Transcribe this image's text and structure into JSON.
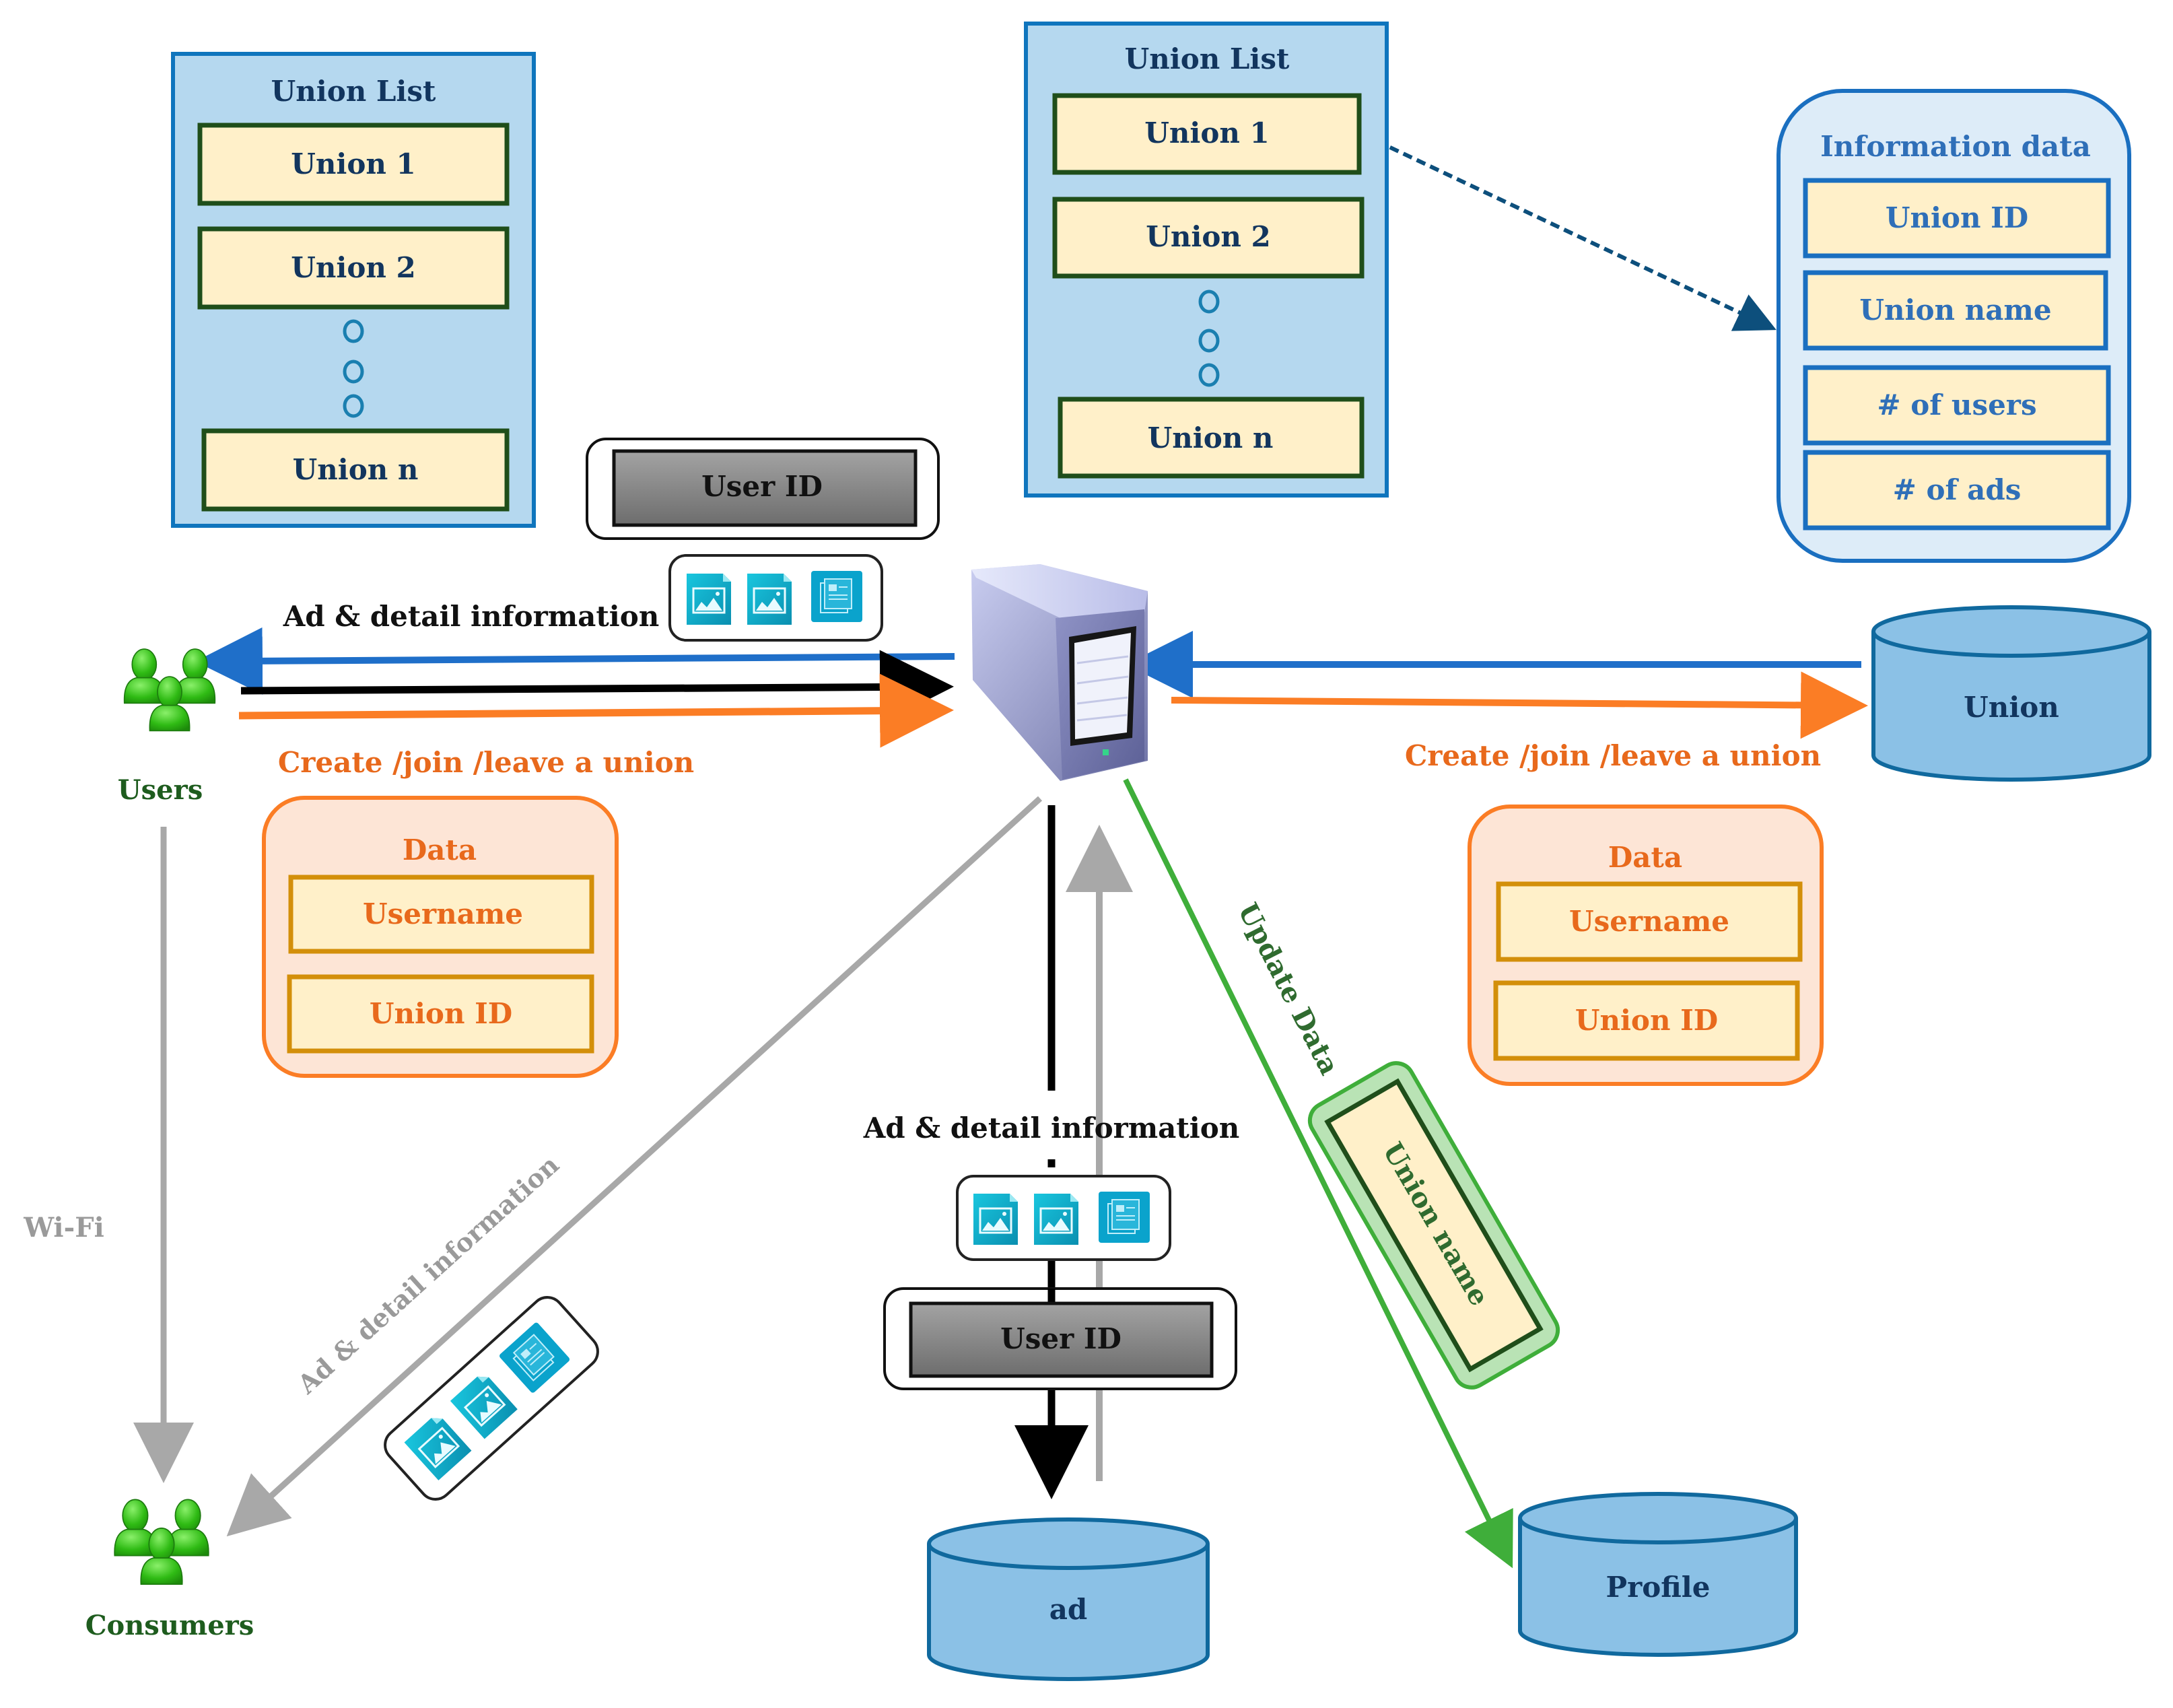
{
  "colors": {
    "list_panel_fill": "#b5d8ef",
    "list_panel_border": "#0f75bd",
    "item_fill": "#fff0c9",
    "item_border_green": "#1f4e1a",
    "item_border_blue": "#1a6fc0",
    "item_border_gold": "#d38f0a",
    "info_panel_fill": "#ddecf8",
    "data_panel_fill": "#fde5d6",
    "data_panel_border": "#fb7d25",
    "db_fill": "#8bc1e6",
    "db_border": "#10699e",
    "arrow_blue": "#1f6fc9",
    "arrow_orange": "#fb7d25",
    "arrow_black": "#000000",
    "arrow_grey": "#a8a8a8",
    "arrow_green": "#3fae3a",
    "user_green": "#2fbb14"
  },
  "union_list_left": {
    "title": "Union List",
    "items": [
      "Union 1",
      "Union 2",
      "Union n"
    ]
  },
  "union_list_right": {
    "title": "Union List",
    "items": [
      "Union 1",
      "Union 2",
      "Union n"
    ]
  },
  "information_data": {
    "title": "Information data",
    "fields": [
      "Union ID",
      "Union name",
      "# of users",
      "# of ads"
    ]
  },
  "user_id_top": {
    "label": "User ID"
  },
  "user_id_bottom": {
    "label": "User ID"
  },
  "server": {
    "icon": "server-icon"
  },
  "users": {
    "label": "Users",
    "icon": "users-group-icon"
  },
  "consumers": {
    "label": "Consumers",
    "icon": "users-group-icon"
  },
  "labels": {
    "ad_detail_top": "Ad & detail information",
    "ad_detail_bottom": "Ad & detail information",
    "ad_detail_diagonal": "Ad & detail information",
    "create_join_leave_left": "Create /join /leave a union",
    "create_join_leave_right": "Create /join /leave a union",
    "wifi": "Wi-Fi",
    "update_data": "Update Data"
  },
  "data_left": {
    "title": "Data",
    "fields": [
      "Username",
      "Union ID"
    ]
  },
  "data_right": {
    "title": "Data",
    "fields": [
      "Username",
      "Union ID"
    ]
  },
  "union_name_tag": {
    "label": "Union name"
  },
  "databases": {
    "union": "Union",
    "ad": "ad",
    "profile": "Profile"
  },
  "ad_icons": [
    "image-file-icon",
    "image-file-icon",
    "document-stack-icon"
  ]
}
